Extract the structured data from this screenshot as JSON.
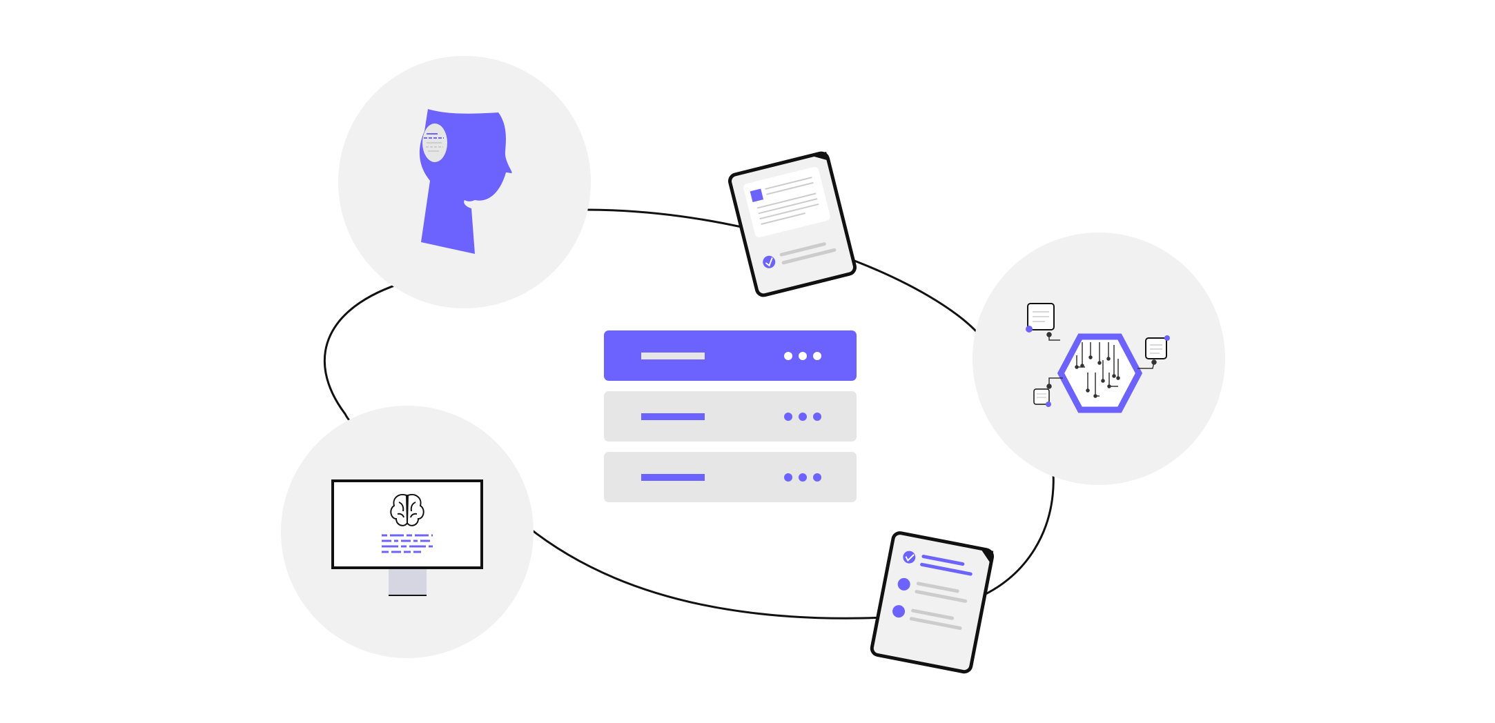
{
  "colors": {
    "accent": "#6c63ff",
    "circle": "#f1f1f1",
    "panel_light": "#e6e6e6",
    "stroke": "#111111",
    "muted_line": "#cccccc",
    "monitor_stand": "#d6d6e2",
    "background": "#ffffff"
  },
  "illustration": {
    "nodes": [
      {
        "name": "human-head-node",
        "icon": "human-head-icon"
      },
      {
        "name": "monitor-brain-node",
        "icon": "brain-icon"
      },
      {
        "name": "ai-chip-node",
        "icon": "hexagon-circuit-icon"
      }
    ],
    "server_rows": [
      {
        "name": "server-row-1",
        "style": "accent",
        "dots": 3
      },
      {
        "name": "server-row-2",
        "style": "light",
        "dots": 3
      },
      {
        "name": "server-row-3",
        "style": "light",
        "dots": 3
      }
    ],
    "cards": [
      {
        "name": "document-card-top",
        "icon": "document-check-icon"
      },
      {
        "name": "checklist-card-bottom",
        "icon": "checklist-icon"
      }
    ]
  }
}
